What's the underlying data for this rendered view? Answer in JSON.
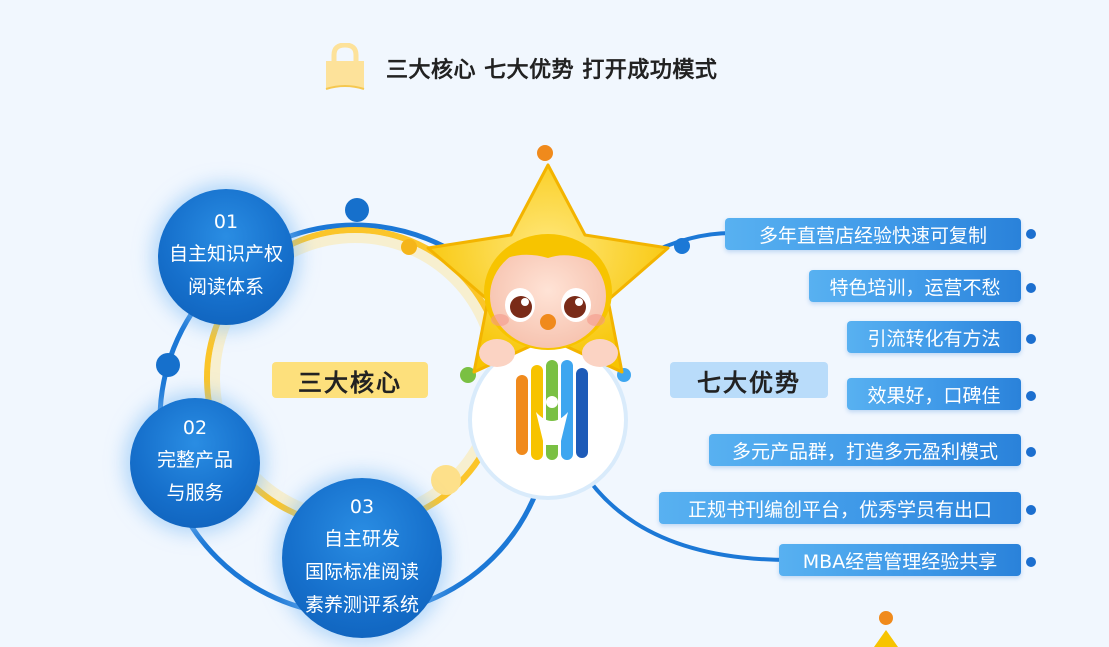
{
  "header": {
    "title": "三大核心 七大优势 打开成功模式"
  },
  "core": {
    "tag": "三大核心",
    "items": [
      {
        "num": "01",
        "lines": [
          "自主知识产权",
          "阅读体系"
        ]
      },
      {
        "num": "02",
        "lines": [
          "完整产品",
          "与服务"
        ]
      },
      {
        "num": "03",
        "lines": [
          "自主研发",
          "国际标准阅读",
          "素养测评系统"
        ]
      }
    ]
  },
  "advantages": {
    "tag": "七大优势",
    "items": [
      "多年直营店经验快速可复制",
      "特色培训，运营不愁",
      "引流转化有方法",
      "效果好，口碑佳",
      "多元产品群，打造多元盈利模式",
      "正规书刊编创平台，优秀学员有出口",
      "MBA经营管理经验共享"
    ]
  },
  "colors": {
    "primary_blue": "#1670cc",
    "pill_blue": "#3f99e8",
    "yellow": "#fbc21e",
    "background": "#f1f7fe"
  }
}
